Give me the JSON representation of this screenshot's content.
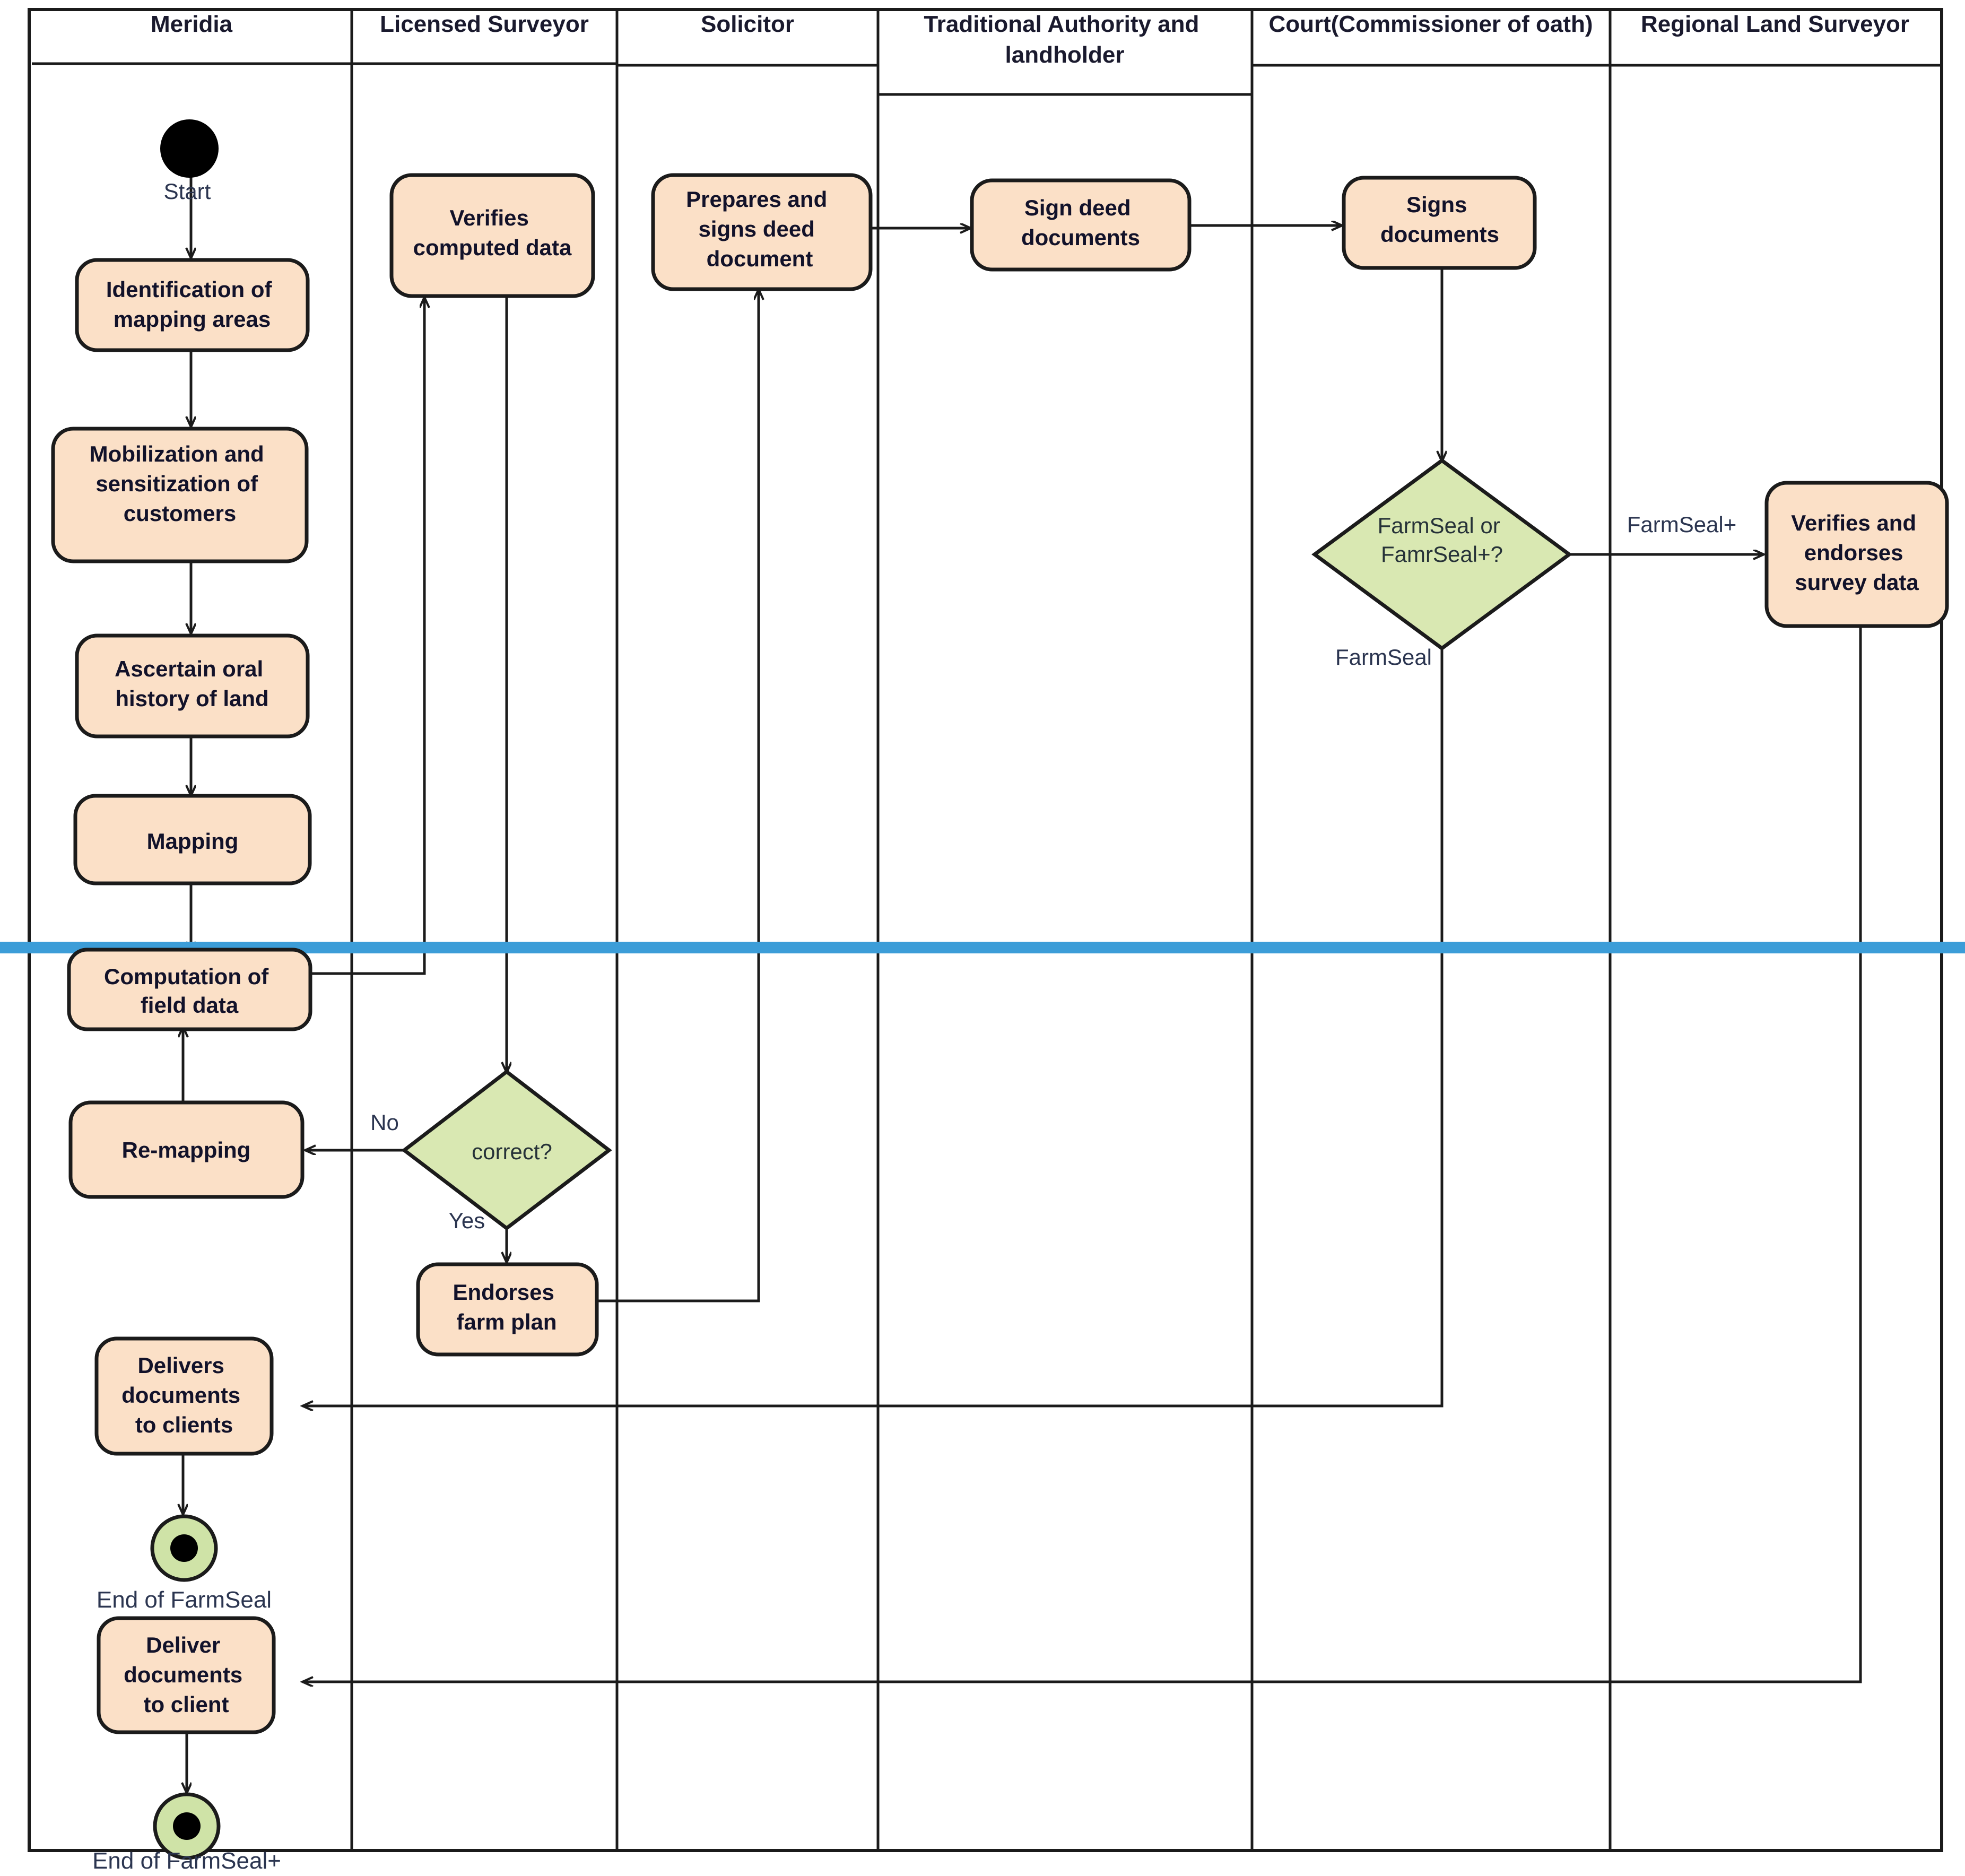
{
  "diagram": {
    "type": "uml-activity-swimlane",
    "title": "",
    "colors": {
      "activity_fill": "#fbe0c7",
      "decision_fill": "#d9e8b2",
      "stroke": "#1b1b1b",
      "highlight_bar": "#3c9dd8",
      "end_node_fill": "#cfe3a7"
    }
  },
  "lanes": [
    {
      "id": "meridia",
      "label": "Meridia"
    },
    {
      "id": "licensed-surveyor",
      "label": "Licensed Surveyor"
    },
    {
      "id": "solicitor",
      "label": "Solicitor"
    },
    {
      "id": "traditional-authority",
      "label": "Traditional Authority and landholder"
    },
    {
      "id": "court",
      "label": "Court(Commissioner of oath)"
    },
    {
      "id": "regional-land-surveyor",
      "label": "Regional Land Surveyor"
    }
  ],
  "nodes": {
    "start": {
      "kind": "initial",
      "label": "Start",
      "lane": "meridia"
    },
    "a1": {
      "kind": "activity",
      "lines": [
        "Identification of",
        "mapping areas"
      ],
      "lane": "meridia"
    },
    "a2": {
      "kind": "activity",
      "lines": [
        "Mobilization and",
        "sensitization of",
        "customers"
      ],
      "lane": "meridia"
    },
    "a3": {
      "kind": "activity",
      "lines": [
        "Ascertain oral",
        "history of land"
      ],
      "lane": "meridia"
    },
    "a4": {
      "kind": "activity",
      "lines": [
        "Mapping"
      ],
      "lane": "meridia"
    },
    "a5": {
      "kind": "activity",
      "lines": [
        "Computation of",
        "field data"
      ],
      "lane": "meridia"
    },
    "a6": {
      "kind": "activity",
      "lines": [
        "Re-mapping"
      ],
      "lane": "meridia"
    },
    "a7": {
      "kind": "activity",
      "lines": [
        "Delivers",
        "documents",
        "to clients"
      ],
      "lane": "meridia"
    },
    "a8": {
      "kind": "activity",
      "lines": [
        "Deliver",
        "documents",
        "to client"
      ],
      "lane": "meridia"
    },
    "end1": {
      "kind": "final",
      "label": "End of FarmSeal",
      "lane": "meridia"
    },
    "end2": {
      "kind": "final",
      "label": "End of FarmSeal+",
      "lane": "meridia"
    },
    "b1": {
      "kind": "activity",
      "lines": [
        "Verifies",
        "computed data"
      ],
      "lane": "licensed-surveyor"
    },
    "d1": {
      "kind": "decision",
      "lines": [
        "correct?"
      ],
      "lane": "licensed-surveyor"
    },
    "b2": {
      "kind": "activity",
      "lines": [
        "Endorses",
        "farm plan"
      ],
      "lane": "licensed-surveyor"
    },
    "c1": {
      "kind": "activity",
      "lines": [
        "Prepares and",
        "signs deed",
        "document"
      ],
      "lane": "solicitor"
    },
    "t1": {
      "kind": "activity",
      "lines": [
        "Sign deed",
        "documents"
      ],
      "lane": "traditional-authority"
    },
    "k1": {
      "kind": "activity",
      "lines": [
        "Signs",
        "documents"
      ],
      "lane": "court"
    },
    "d2": {
      "kind": "decision",
      "lines": [
        "FarmSeal or",
        "FamrSeal+?"
      ],
      "lane": "court"
    },
    "r1": {
      "kind": "activity",
      "lines": [
        "Verifies and",
        "endorses",
        "survey data"
      ],
      "lane": "regional-land-surveyor"
    }
  },
  "edge_labels": {
    "start": "Start",
    "no": "No",
    "yes": "Yes",
    "farmseal": "FarmSeal",
    "farmseal_plus": "FarmSeal+"
  },
  "end_labels": {
    "end_farmseal": "End of FarmSeal",
    "end_farmseal_plus": "End of FarmSeal+"
  }
}
